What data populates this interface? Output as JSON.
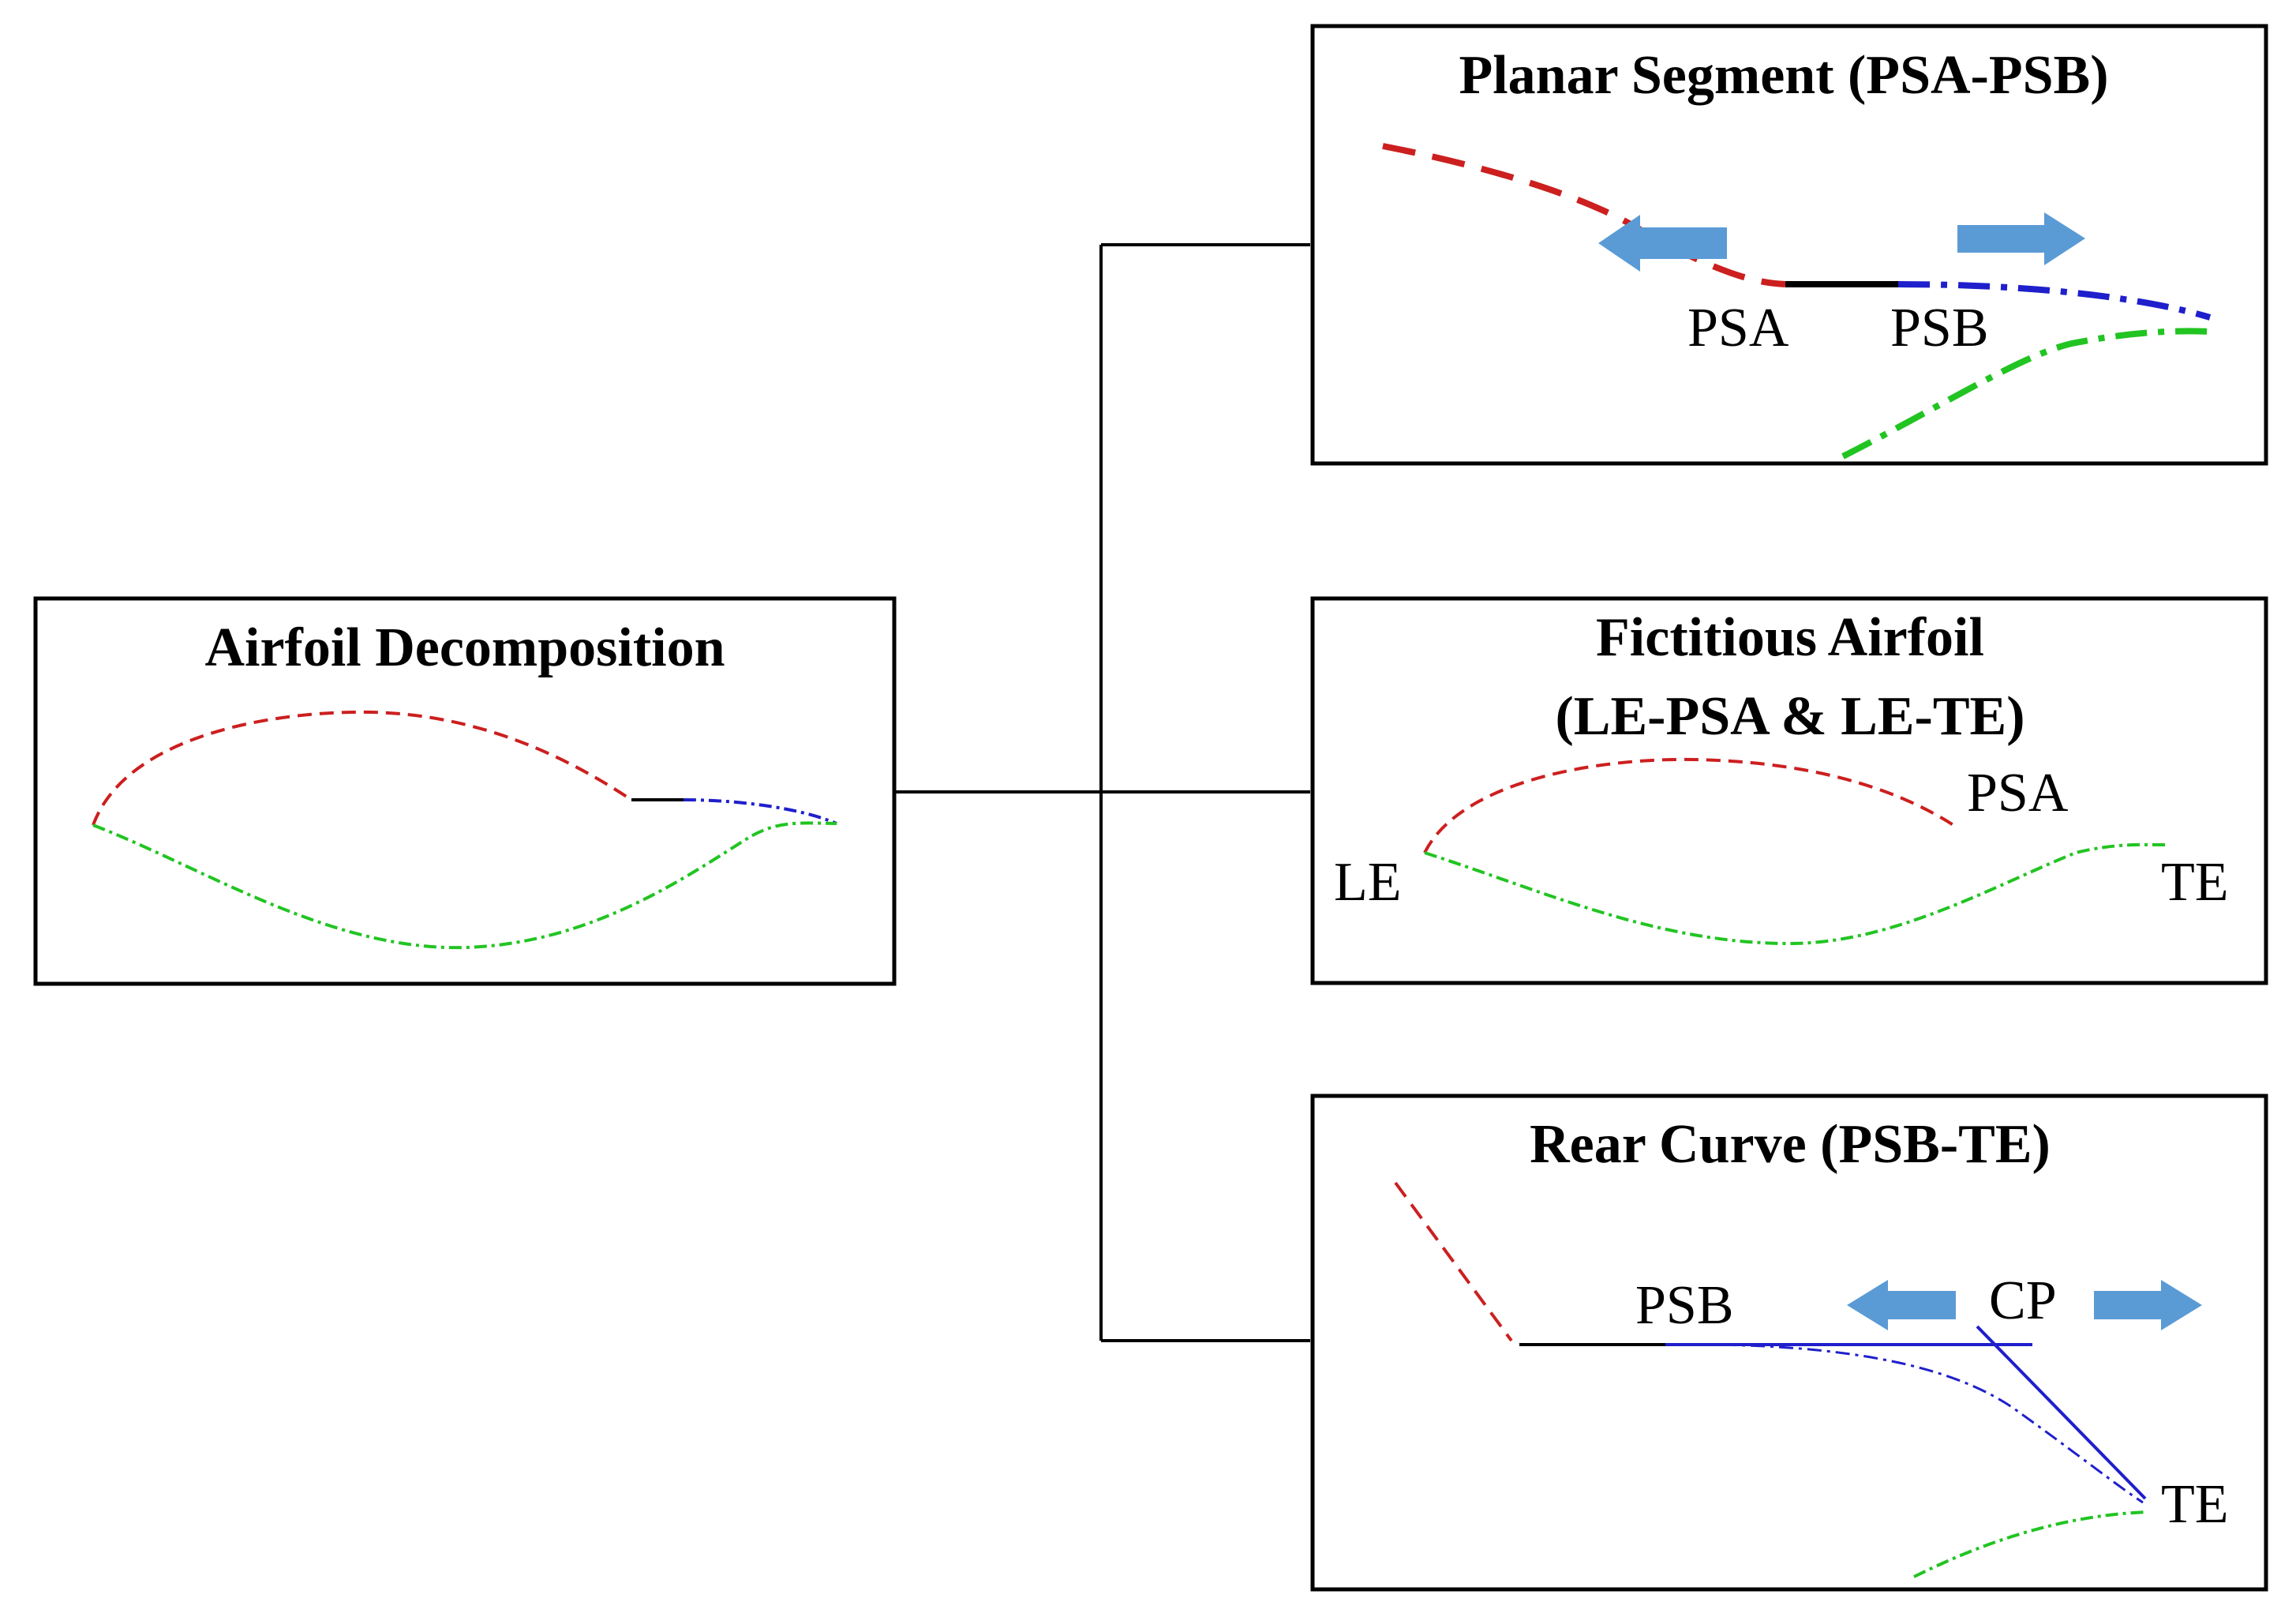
{
  "colors": {
    "upper_surface": "#cc1f1f",
    "planar_segment": "#000000",
    "rear_curve": "#1f1fcc",
    "lower_surface": "#22c422",
    "arrow_fill": "#5b9bd5",
    "box_stroke": "#000000"
  },
  "boxes": {
    "decomposition": {
      "title": "Airfoil Decomposition"
    },
    "planar_segment": {
      "title": "Planar Segment (PSA-PSB)",
      "labels": {
        "psa": "PSA",
        "psb": "PSB"
      }
    },
    "fictitious_airfoil": {
      "title_line1": "Fictitious Airfoil",
      "title_line2": "(LE-PSA & LE-TE)",
      "labels": {
        "le": "LE",
        "psa": "PSA",
        "te": "TE"
      }
    },
    "rear_curve": {
      "title": "Rear Curve (PSB-TE)",
      "labels": {
        "psb": "PSB",
        "cp": "CP",
        "te": "TE"
      }
    }
  }
}
